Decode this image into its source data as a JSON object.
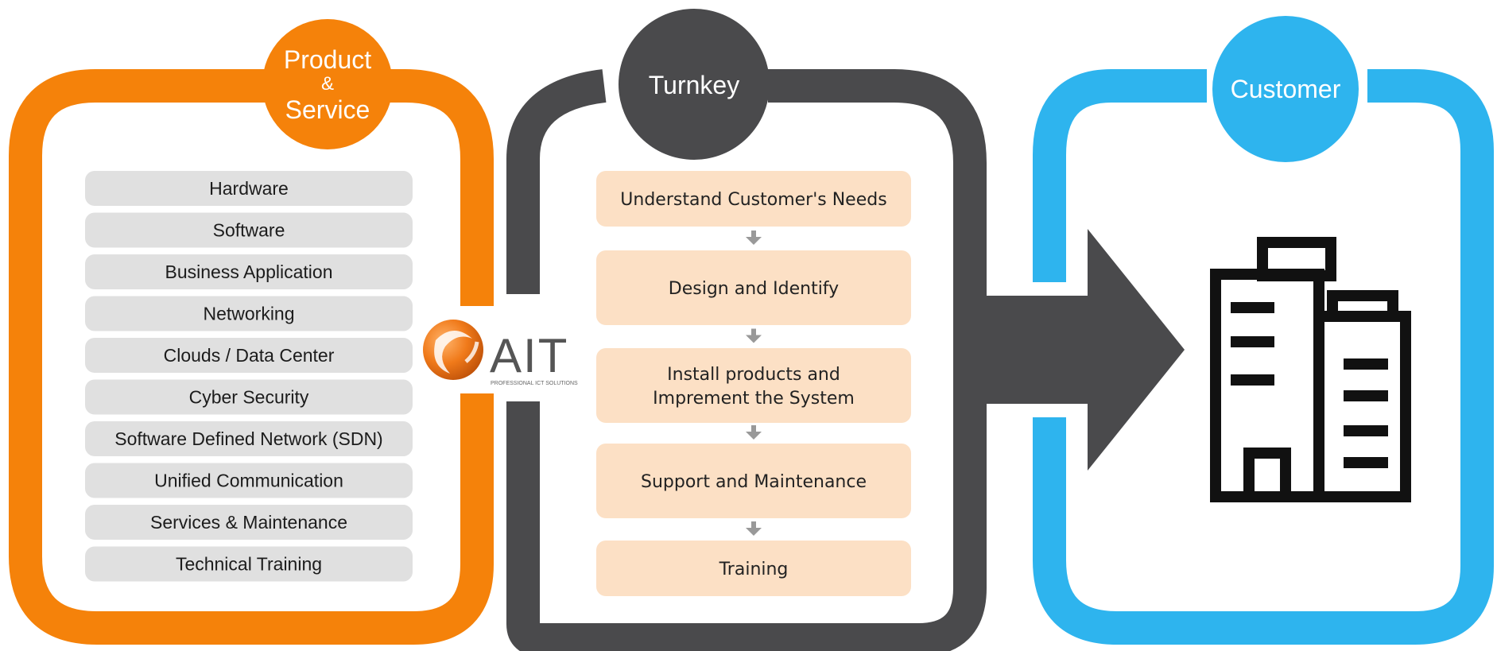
{
  "colors": {
    "orange": "#F5820A",
    "dark": "#4A4A4C",
    "blue": "#2EB4EE",
    "pill_bg": "#E0E0E0",
    "step_bg": "#FCE0C5",
    "step_arrow": "#999999",
    "building_stroke": "#111111"
  },
  "panels": {
    "product": {
      "title_lines": [
        "Product",
        "&",
        "Service"
      ],
      "items": [
        "Hardware",
        "Software",
        "Business Application",
        "Networking",
        "Clouds / Data Center",
        "Cyber Security",
        "Software Defined Network (SDN)",
        "Unified Communication",
        "Services & Maintenance",
        "Technical Training"
      ]
    },
    "turnkey": {
      "title": "Turnkey",
      "steps": [
        [
          "Understand Customer's Needs"
        ],
        [
          "Design and Identify"
        ],
        [
          "Install products and",
          "Imprement the System"
        ],
        [
          "Support and Maintenance"
        ],
        [
          "Training"
        ]
      ]
    },
    "customer": {
      "title": "Customer",
      "icon": "office-building-icon"
    }
  },
  "logo": {
    "text": "AIT",
    "tagline": "PROFESSIONAL ICT SOLUTIONS",
    "icon": "ait-logo-icon"
  },
  "flow": {
    "icon": "arrow-right-icon"
  }
}
